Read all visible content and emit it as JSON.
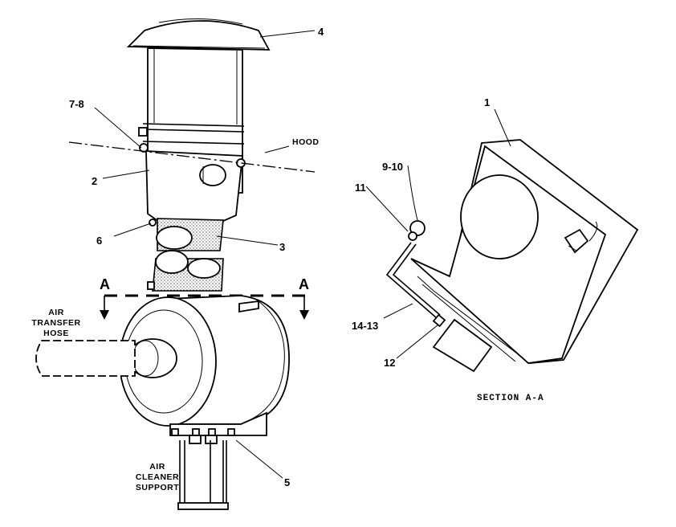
{
  "callouts": {
    "c1": "1",
    "c2": "2",
    "c3": "3",
    "c4": "4",
    "c5": "5",
    "c6": "6",
    "c7_8": "7-8",
    "c9_10": "9-10",
    "c11": "11",
    "c12": "12",
    "c14_13": "14-13"
  },
  "labels": {
    "hood": "HOOD",
    "air_transfer_hose": [
      "AIR",
      "TRANSFER",
      "HOSE"
    ],
    "air_cleaner_support": [
      "AIR",
      "CLEANER",
      "SUPPORT"
    ],
    "section_marker": "A",
    "section_title": "SECTION A-A"
  }
}
